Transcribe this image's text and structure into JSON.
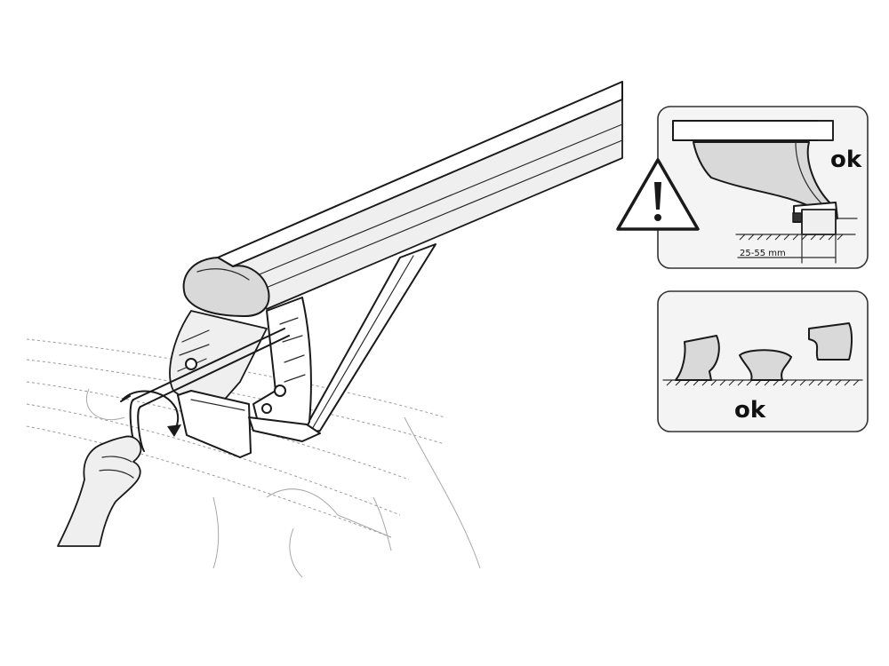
{
  "panel_top": {
    "ok_label": "ok",
    "dimension_label": "25-55 mm"
  },
  "panel_bottom": {
    "ok_label": "ok"
  },
  "icons": {
    "warning": "warning-triangle-icon",
    "rotate": "rotate-arrow-icon"
  }
}
